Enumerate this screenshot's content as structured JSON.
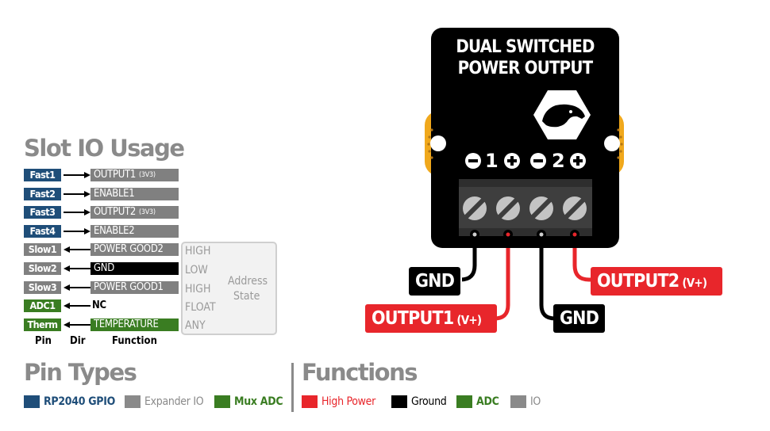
{
  "slot_io": {
    "heading": "Slot IO Usage",
    "rows": [
      {
        "pin": "Fast1",
        "pin_color": "#1f4e79",
        "dir": "out",
        "function": "OUTPUT1",
        "note": "(3V3)",
        "fn_color": "#808080"
      },
      {
        "pin": "Fast2",
        "pin_color": "#1f4e79",
        "dir": "out",
        "function": "ENABLE1",
        "note": "",
        "fn_color": "#808080"
      },
      {
        "pin": "Fast3",
        "pin_color": "#1f4e79",
        "dir": "out",
        "function": "OUTPUT2",
        "note": "(3V3)",
        "fn_color": "#808080"
      },
      {
        "pin": "Fast4",
        "pin_color": "#1f4e79",
        "dir": "out",
        "function": "ENABLE2",
        "note": "",
        "fn_color": "#808080"
      },
      {
        "pin": "Slow1",
        "pin_color": "#808080",
        "dir": "in",
        "function": "POWER GOOD2",
        "note": "",
        "fn_color": "#808080"
      },
      {
        "pin": "Slow2",
        "pin_color": "#808080",
        "dir": "in",
        "function": "GND",
        "note": "",
        "fn_color": "#000000"
      },
      {
        "pin": "Slow3",
        "pin_color": "#808080",
        "dir": "in",
        "function": "POWER GOOD1",
        "note": "",
        "fn_color": "#808080"
      },
      {
        "pin": "ADC1",
        "pin_color": "#3a7d22",
        "dir": "in",
        "function": "NC",
        "note": "",
        "fn_color": ""
      },
      {
        "pin": "Therm",
        "pin_color": "#3a7d22",
        "dir": "in",
        "function": "TEMPERATURE",
        "note": "",
        "fn_color": "#3a7d22"
      }
    ],
    "address_states": [
      "HIGH",
      "LOW",
      "HIGH",
      "FLOAT",
      "ANY"
    ],
    "address_label_line1": "Address",
    "address_label_line2": "State",
    "captions": {
      "pin": "Pin",
      "dir": "Dir",
      "function": "Function"
    }
  },
  "pin_types": {
    "heading": "Pin Types",
    "items": [
      {
        "label": "RP2040 GPIO",
        "color": "#1f4e79"
      },
      {
        "label": "Expander IO",
        "color": "#8a8a8a"
      },
      {
        "label": "Mux ADC",
        "color": "#3a7d22"
      }
    ]
  },
  "functions": {
    "heading": "Functions",
    "items": [
      {
        "label": "High Power",
        "color": "#e8262b"
      },
      {
        "label": "Ground",
        "color": "#000000"
      },
      {
        "label": "ADC",
        "color": "#3a7d22"
      },
      {
        "label": "IO",
        "color": "#8a8a8a"
      }
    ]
  },
  "board": {
    "title_line1": "DUAL SWITCHED",
    "title_line2": "POWER OUTPUT",
    "logo_icon": "bear-head-icon",
    "channel1": "1",
    "channel2": "2"
  },
  "wire_labels": {
    "gnd1": "GND",
    "output1": "OUTPUT1",
    "output1_suffix": "(V+)",
    "gnd2": "GND",
    "output2": "OUTPUT2",
    "output2_suffix": "(V+)"
  },
  "colors": {
    "board": "#000000",
    "mount_hole": "#f0a81c",
    "high_power": "#e8262b",
    "ground": "#000000",
    "terminal": "#3e3e3e",
    "screw": "#c4c4c4"
  }
}
